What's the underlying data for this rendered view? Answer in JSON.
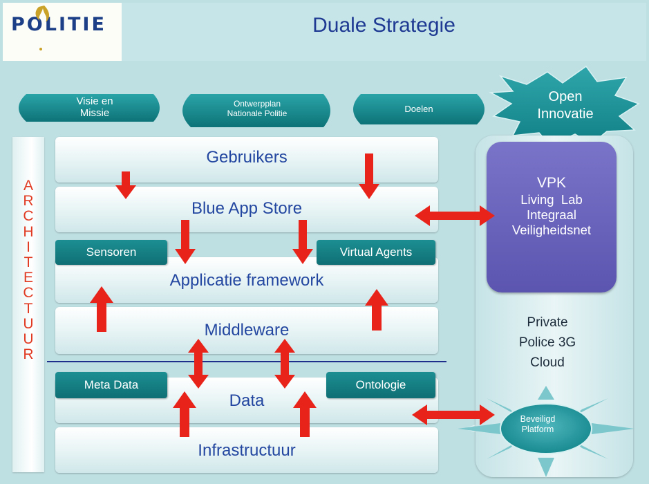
{
  "logo": {
    "text": "POLITIE"
  },
  "header": {
    "title": "Duale Strategie"
  },
  "strategy_steps": [
    {
      "line1": "Visie en",
      "line2": "Missie"
    },
    {
      "line1": "Ontwerpplan",
      "line2": "Nationale Politie"
    },
    {
      "line1": "Doelen",
      "line2": ""
    }
  ],
  "open_innovatie": {
    "line1": "Open",
    "line2": "Innovatie"
  },
  "architectuur": {
    "letters": [
      "A",
      "R",
      "C",
      "H",
      "I",
      "T",
      "E",
      "C",
      "T",
      "U",
      "U",
      "R"
    ]
  },
  "layers": {
    "gebruikers": "Gebruikers",
    "blue_app_store": "Blue App Store",
    "applicatie_framework": "Applicatie framework",
    "middleware": "Middleware",
    "data": "Data",
    "infrastructuur": "Infrastructuur"
  },
  "tags": {
    "sensoren": "Sensoren",
    "virtual_agents": "Virtual Agents",
    "meta_data": "Meta Data",
    "ontologie": "Ontologie"
  },
  "vpk": {
    "line1": "VPK",
    "line2": "Living  Lab",
    "line3": "Integraal",
    "line4": "Veiligheidsnet"
  },
  "cloud": {
    "line1": "Private",
    "line2": "Police 3G",
    "line3": "Cloud"
  },
  "platform": {
    "line1": "Beveiligd",
    "line2": "Platform"
  },
  "colors": {
    "arrow": "#e8231a",
    "teal": "#1a8d92",
    "purple": "#6a64bd",
    "title_blue": "#1f3a93",
    "divider": "#1d2f8a"
  }
}
